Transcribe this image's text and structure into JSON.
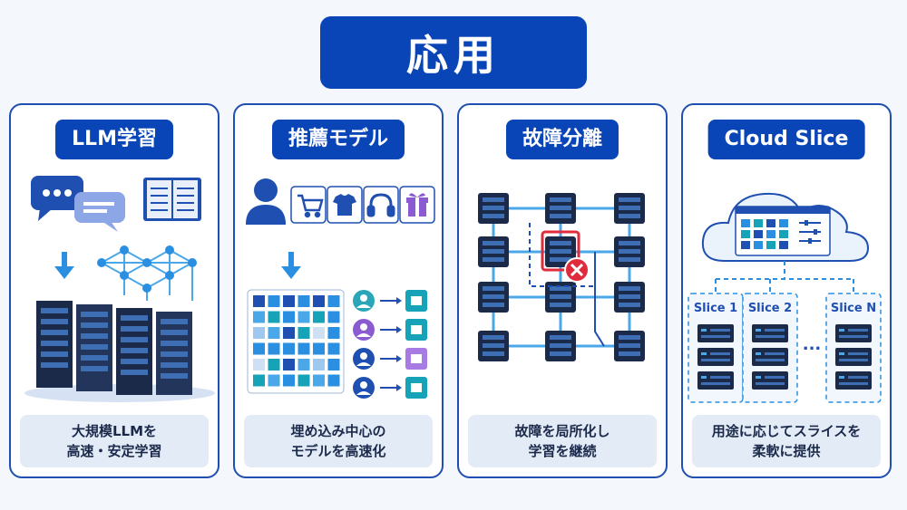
{
  "header": {
    "title": "応用"
  },
  "panels": [
    {
      "title": "LLM学習",
      "caption": [
        "大規模LLMを",
        "高速・安定学習"
      ]
    },
    {
      "title": "推薦モデル",
      "caption": [
        "埋め込み中心の",
        "モデルを高速化"
      ]
    },
    {
      "title": "故障分離",
      "caption": [
        "故障を局所化し",
        "学習を継続"
      ]
    },
    {
      "title": "Cloud Slice",
      "caption": [
        "用途に応じてスライスを",
        "柔軟に提供"
      ],
      "slices": [
        "Slice 1",
        "Slice 2",
        "Slice N"
      ],
      "ellipsis": "..."
    }
  ],
  "colors": {
    "brand": "#0a45b8",
    "accent": "#2a8fe0",
    "error": "#e02b3c",
    "card_bg": "#e3ebf7"
  }
}
